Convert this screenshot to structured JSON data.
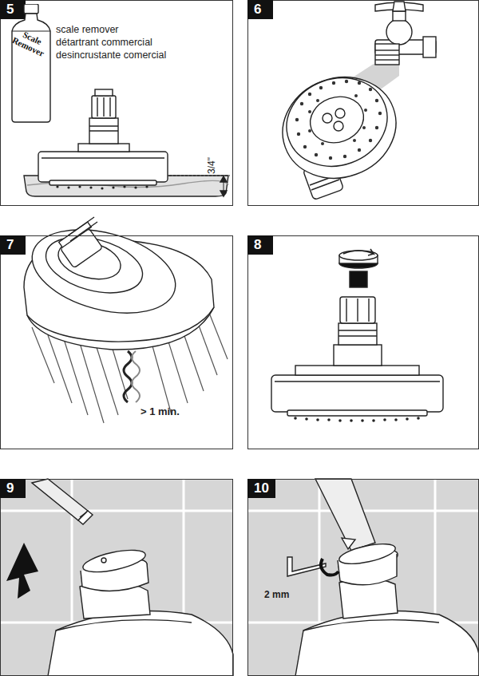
{
  "diagram": {
    "nodes": [
      {
        "text": [
          "5"
        ]
      },
      {
        "text": [
          "Scale Remover"
        ],
        "in": 0
      },
      {
        "text": [
          "6"
        ]
      },
      {
        "text": [
          "7"
        ]
      },
      {
        "text": [
          "8"
        ]
      },
      {
        "text": [
          "9"
        ]
      },
      {
        "text": [
          "10"
        ]
      }
    ],
    "labels": [
      "scale remover",
      "détartrant commercial",
      "desincrustante comercial",
      "3/4\"",
      "> 1 min.",
      "2 mm"
    ]
  }
}
